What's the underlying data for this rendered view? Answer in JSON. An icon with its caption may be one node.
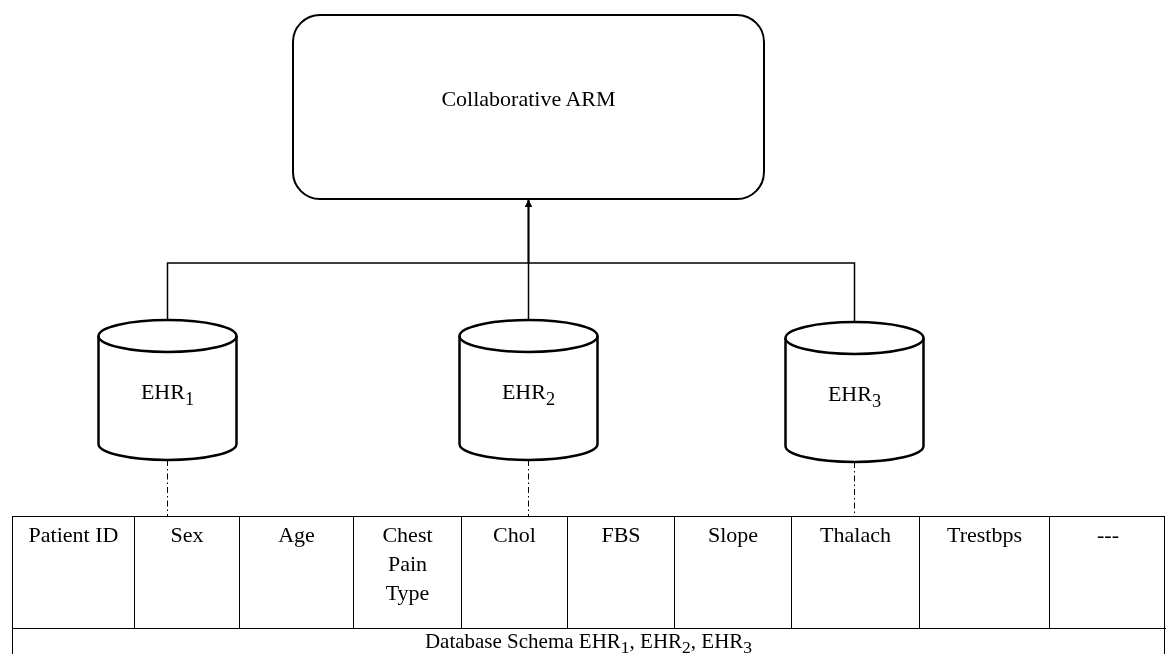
{
  "diagram": {
    "nodes": [
      {
        "text": [
          "Collaborative ARM"
        ]
      },
      {
        "text": [
          "EHR$_{1}$"
        ]
      },
      {
        "text": [
          "EHR$_{2}$"
        ]
      },
      {
        "text": [
          "EHR$_{3}$"
        ]
      },
      {
        "text": [
          "Database Schema EHR$_{1}$, EHR$_{2}$, EHR$_{3}$"
        ]
      }
    ],
    "edges": [
      {
        "from": 1,
        "to": 0,
        "arrow": "to"
      },
      {
        "from": 2,
        "to": 0,
        "arrow": "to"
      },
      {
        "from": 3,
        "to": 0,
        "arrow": "to"
      },
      {
        "from": 1,
        "to": 4,
        "arrow": "none",
        "style": "dashed"
      },
      {
        "from": 2,
        "to": 4,
        "arrow": "none",
        "style": "dashed"
      },
      {
        "from": 3,
        "to": 4,
        "arrow": "none",
        "style": "dashed"
      }
    ],
    "labels": [
      "Patient ID",
      "Sex",
      "Age",
      "Chest Pain Type",
      "Chol",
      "FBS",
      "Slope",
      "Thalach",
      "Trestbps",
      "---"
    ]
  }
}
